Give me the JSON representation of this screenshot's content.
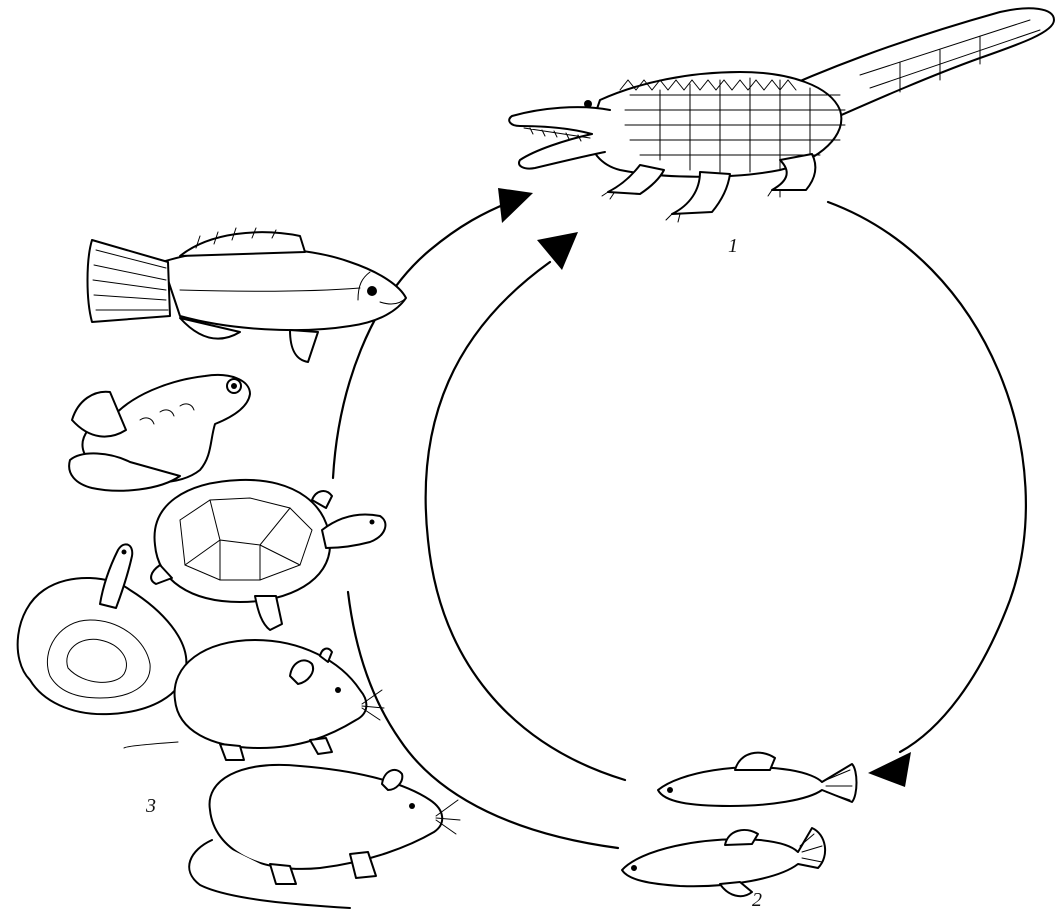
{
  "diagram": {
    "labels": [
      {
        "id": "predator",
        "text": "1"
      },
      {
        "id": "small-fish",
        "text": "2"
      },
      {
        "id": "prey-animals",
        "text": "3"
      }
    ],
    "nodes": [
      {
        "id": "predator",
        "icon": "alligator-icon"
      },
      {
        "id": "small-fish",
        "icon": "small-fish-icon"
      },
      {
        "id": "prey-animals",
        "icons": [
          "bass-fish-icon",
          "frog-icon",
          "turtle-icon",
          "snake-icon",
          "mouse-icon",
          "rat-icon"
        ]
      }
    ],
    "arrows": [
      {
        "from": "predator",
        "to": "small-fish"
      },
      {
        "from": "small-fish",
        "to": "predator"
      },
      {
        "from": "small-fish",
        "to": "prey-animals"
      },
      {
        "from": "prey-animals",
        "to": "predator"
      }
    ]
  }
}
